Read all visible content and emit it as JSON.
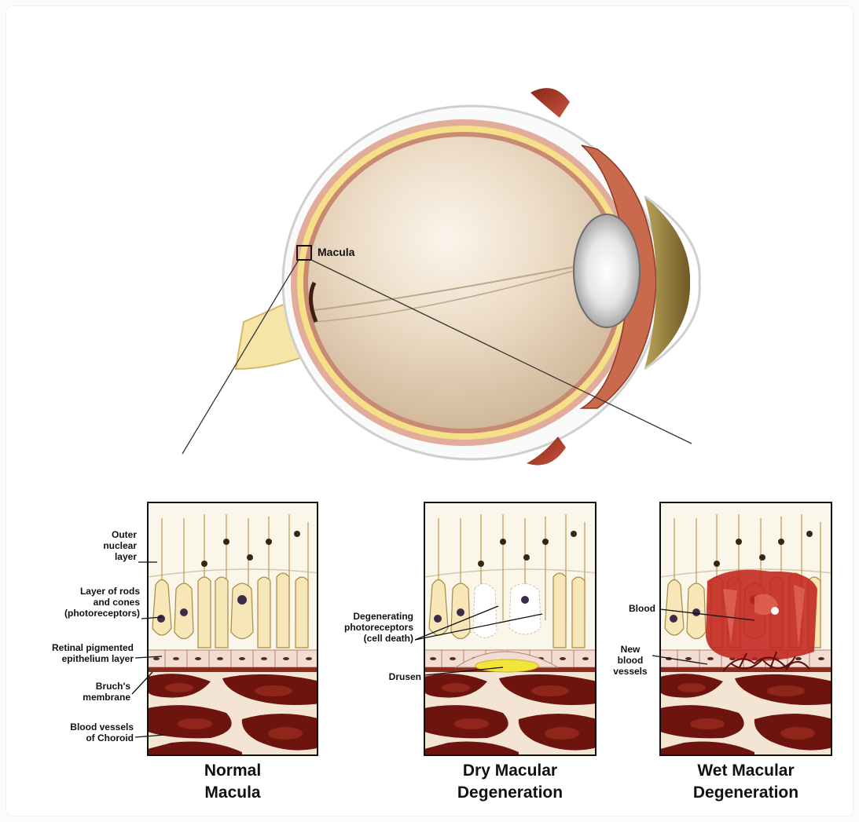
{
  "eye": {
    "macula_label": "Macula"
  },
  "panels": {
    "normal": {
      "caption": "Normal\nMacula",
      "labels": {
        "outer_nuclear": "Outer\nnuclear\nlayer",
        "rods_cones": "Layer of rods\nand cones\n(photoreceptors)",
        "rpe": "Retinal pigmented\nepithelium layer",
        "bruch": "Bruch's\nmembrane",
        "choroid": "Blood vessels\nof Choroid"
      }
    },
    "dry": {
      "caption": "Dry Macular\nDegeneration",
      "labels": {
        "degenerating": "Degenerating\nphotoreceptors\n(cell death)",
        "drusen": "Drusen"
      }
    },
    "wet": {
      "caption": "Wet Macular\nDegeneration",
      "labels": {
        "blood": "Blood",
        "new_vessels": "New\nblood\nvessels"
      }
    }
  },
  "colors": {
    "sclera_outline": "#c9c9c9",
    "retina_yellow": "#f3de8a",
    "choroid_red": "#d99b8a",
    "vitreous": "#e8d7c3",
    "lens": "#dcdcdc",
    "blood": "#c0241c",
    "vessel_dark": "#5e0f0b",
    "drusen": "#f2e43a"
  }
}
